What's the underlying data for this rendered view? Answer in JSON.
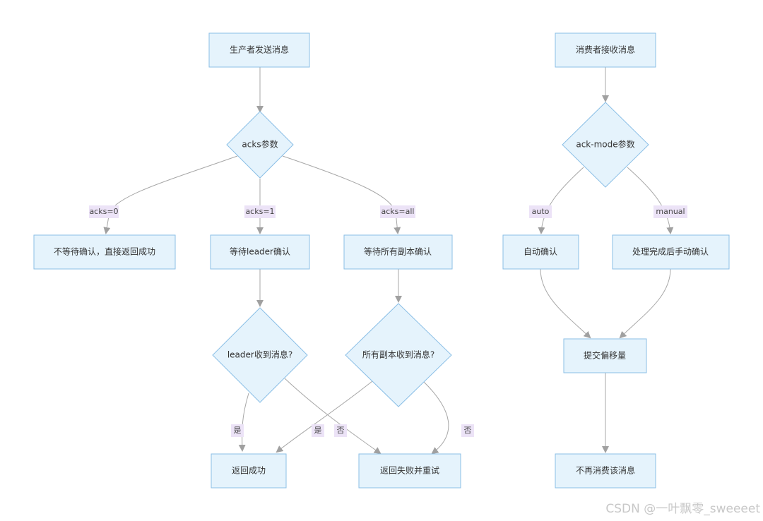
{
  "nodes": {
    "producer_send": "生产者发送消息",
    "acks_param": "acks参数",
    "no_wait": "不等待确认，直接返回成功",
    "wait_leader": "等待leader确认",
    "wait_all": "等待所有副本确认",
    "leader_received": "leader收到消息?",
    "all_received": "所有副本收到消息?",
    "return_success": "返回成功",
    "return_fail_retry": "返回失败并重试",
    "consumer_receive": "消费者接收消息",
    "ack_mode_param": "ack-mode参数",
    "auto_ack": "自动确认",
    "manual_ack": "处理完成后手动确认",
    "commit_offset": "提交偏移量",
    "no_reconsume": "不再消费该消息"
  },
  "edge_labels": {
    "acks0": "acks=0",
    "acks1": "acks=1",
    "acksall": "acks=all",
    "leader_yes": "是",
    "all_yes": "是",
    "leader_no": "否",
    "all_no": "否",
    "auto": "auto",
    "manual": "manual"
  },
  "watermark": "CSDN @一叶飘零_sweeeet"
}
